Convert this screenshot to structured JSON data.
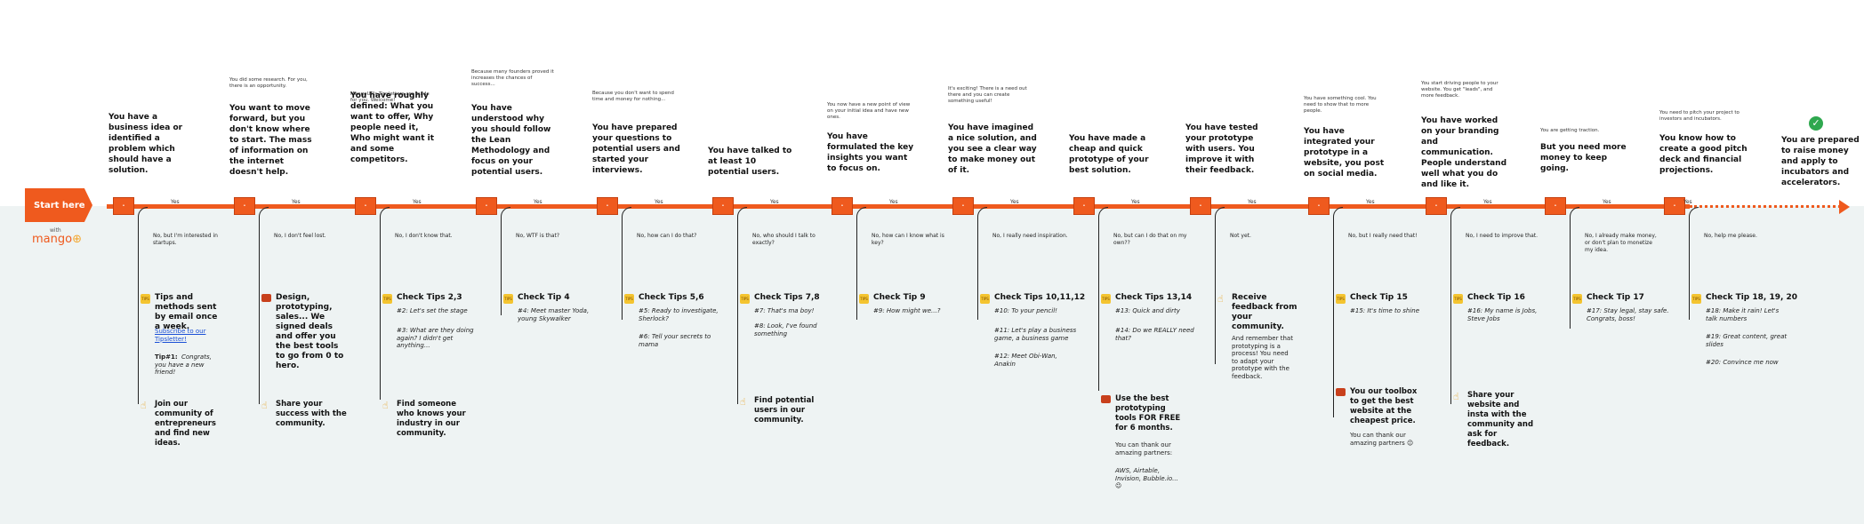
{
  "start_label": "Start here",
  "brand_with": "with",
  "brand_name": "mango",
  "yes_label": "Yes",
  "steps": [
    {
      "pre": "",
      "main": "You have a business idea or identified a problem which should have a solution.",
      "no": "No, but I'm interested in startups."
    },
    {
      "pre": "You did some research. For you, there is an opportunity.",
      "main": "You want to move forward, but you don't know where to start. The mass of information on the internet doesn't help.",
      "no": "No, I don't feel lost."
    },
    {
      "pre": "MangoUP's Tipsletters are made for you. Welcome!",
      "main": "You have roughly defined: What you want to offer, Why people need it, Who might want it and some competitors.",
      "no": "No, I don't know that."
    },
    {
      "pre": "Because many founders proved it increases the chances of success...",
      "main": "You have understood why you should follow the Lean Methodology and focus on your potential users.",
      "no": "No, WTF is that?"
    },
    {
      "pre": "Because you don't want to spend time and money for nothing...",
      "main": "You have prepared your questions to potential users and started your interviews.",
      "no": "No, how can I do that?"
    },
    {
      "pre": "",
      "main": "You have talked to at least 10 potential users.",
      "no": "No, who should I talk to exactly?"
    },
    {
      "pre": "You now have a new point of view on your initial idea and have new ones.",
      "main": "You have formulated the key insights you want to focus on.",
      "no": "No, how can I know what is key?"
    },
    {
      "pre": "It's exciting! There is a need out there and you can create something useful!",
      "main": "You have imagined a nice solution, and you see a clear way to make money out of it.",
      "no": "No, I really need inspiration."
    },
    {
      "pre": "",
      "main": "You have made a cheap and quick prototype of your best solution.",
      "no": "No, but can I do that on my own??"
    },
    {
      "pre": "",
      "main": "You have tested your prototype with users. You improve it with their feedback.",
      "no": "Not yet."
    },
    {
      "pre": "You have something cool. You need to show that to more people.",
      "main": "You have integrated your prototype in a website, you post on social media.",
      "no": "No, but I really need that!"
    },
    {
      "pre": "You start driving people to your website. You get \"leads\", and more feedback.",
      "main": "You have worked on your branding and communication. People understand well what you do and like it.",
      "no": "No, I need to improve that."
    },
    {
      "pre": "You are getting traction.",
      "main": "But you need more money to keep going.",
      "no": "No, I already make money, or don't plan to monetize my idea."
    },
    {
      "pre": "You need to pitch your project to investors and incubators.",
      "main": "You know how to create a good pitch deck and financial projections.",
      "no": "No, help me please."
    },
    {
      "pre": "",
      "main": "You are prepared to raise money and apply to incubators and accelerators.",
      "no": ""
    }
  ],
  "tips": [
    {
      "title": "Tips and methods sent by email once a week.",
      "link": "Subscribe to our Tipsletter!",
      "label": "Tip#1:",
      "text": "Congrats, you have a new friend!",
      "lower": "Join our community of entrepreneurs and find new ideas."
    },
    {
      "title": "Design, prototyping, sales... We signed deals and offer you the best tools to go from 0 to hero.",
      "lower": "Share your success with the community."
    },
    {
      "title": "Check Tips 2,3",
      "lines": [
        "#2: Let's set the stage",
        "#3: What are they doing again? I didn't get anything..."
      ],
      "lower": "Find someone who knows your industry in our community."
    },
    {
      "title": "Check Tip 4",
      "lines": [
        "#4: Meet master Yoda, young Skywalker"
      ]
    },
    {
      "title": "Check Tips 5,6",
      "lines": [
        "#5: Ready to investigate, Sherlock?",
        "#6: Tell your secrets to mama"
      ]
    },
    {
      "title": "Check Tips 7,8",
      "lines": [
        "#7: That's ma boy!",
        "#8: Look, I've found something"
      ],
      "lower": "Find potential users in our community."
    },
    {
      "title": "Check Tip 9",
      "lines": [
        "#9: How might we...?"
      ]
    },
    {
      "title": "Check Tips 10,11,12",
      "lines": [
        "#10: To your pencil!",
        "#11: Let's play a business game, a business game",
        "#12: Meet Obi-Wan, Anakin"
      ]
    },
    {
      "title": "Check Tips 13,14",
      "lines": [
        "#13: Quick and dirty",
        "#14: Do we REALLY need that?"
      ],
      "lower": "Use the best prototyping tools FOR FREE for 6 months.",
      "extra": "You can thank our amazing partners:",
      "extra2": "AWS, Airtable, Invision, Bubble.io... 😉"
    },
    {
      "title": "Receive feedback from your community.",
      "extra": "And remember that prototyping is a process! You need to adapt your prototype with the feedback."
    },
    {
      "title": "Check Tip 15",
      "lines": [
        "#15: It's time to shine"
      ],
      "lower": "You our toolbox to get the best website at the cheapest price.",
      "extra": "You can thank our amazing partners 😉"
    },
    {
      "title": "Check Tip 16",
      "lines": [
        "#16: My name is Jobs, Steve Jobs"
      ],
      "lower": "Share your website and insta with the community and ask for feedback."
    },
    {
      "title": "Check Tip 17",
      "lines": [
        "#17: Stay legal, stay safe. Congrats, boss!"
      ]
    },
    {
      "title": "Check Tip 18, 19, 20",
      "lines": [
        "#18: Make it rain! Let's talk numbers",
        "#19: Great content, great slides",
        "#20: Convince me now"
      ]
    }
  ]
}
